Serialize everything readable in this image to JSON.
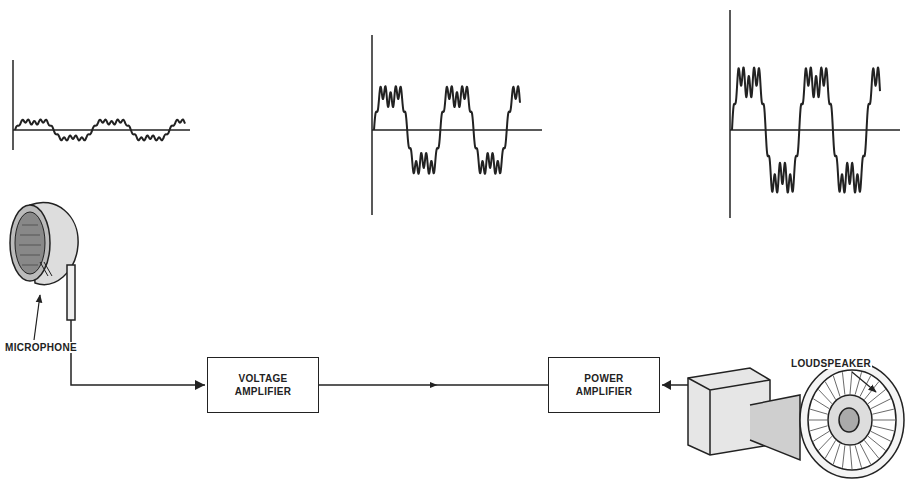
{
  "diagram": {
    "nodes": [
      {
        "text": [
          "VOLTAGE AMPLIFIER"
        ]
      },
      {
        "text": [
          "POWER AMPLIFIER"
        ]
      }
    ],
    "edges": [
      {
        "from": 0,
        "to": 1,
        "arrow": "to"
      }
    ],
    "labels": [
      "MICROPHONE",
      "LOUDSPEAKER"
    ]
  }
}
